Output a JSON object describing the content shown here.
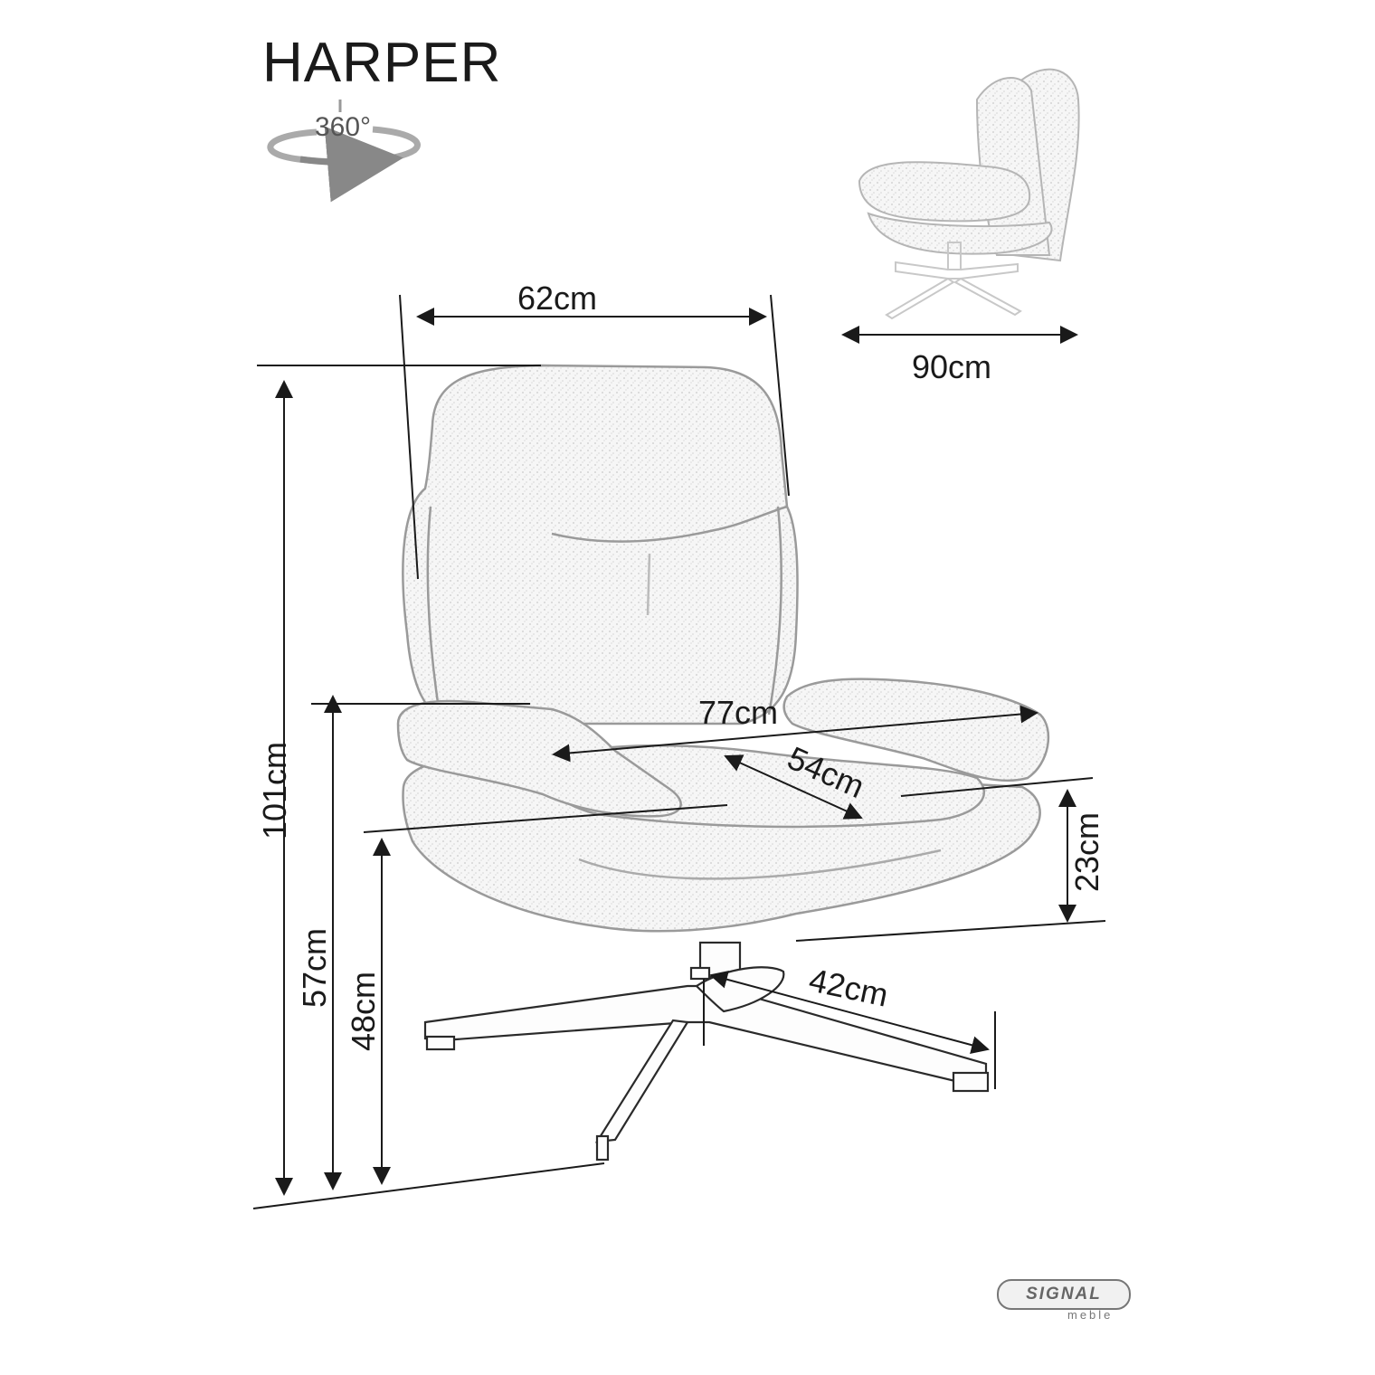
{
  "product": {
    "name": "HARPER",
    "rotation_label": "360°"
  },
  "dimensions": {
    "width_back": "62cm",
    "depth": "90cm",
    "height_total": "101cm",
    "armrest_height": "57cm",
    "seat_height": "48cm",
    "width_total": "77cm",
    "seat_depth": "54cm",
    "seat_thickness": "23cm",
    "base_radius": "42cm"
  },
  "brand": {
    "name": "SIGNAL",
    "sub": "meble"
  },
  "colors": {
    "line": "#1a1a1a",
    "fabric_fill": "#f4f4f4",
    "fabric_stroke": "#9a9a9a"
  },
  "icons": [
    "rotation-360-icon"
  ]
}
